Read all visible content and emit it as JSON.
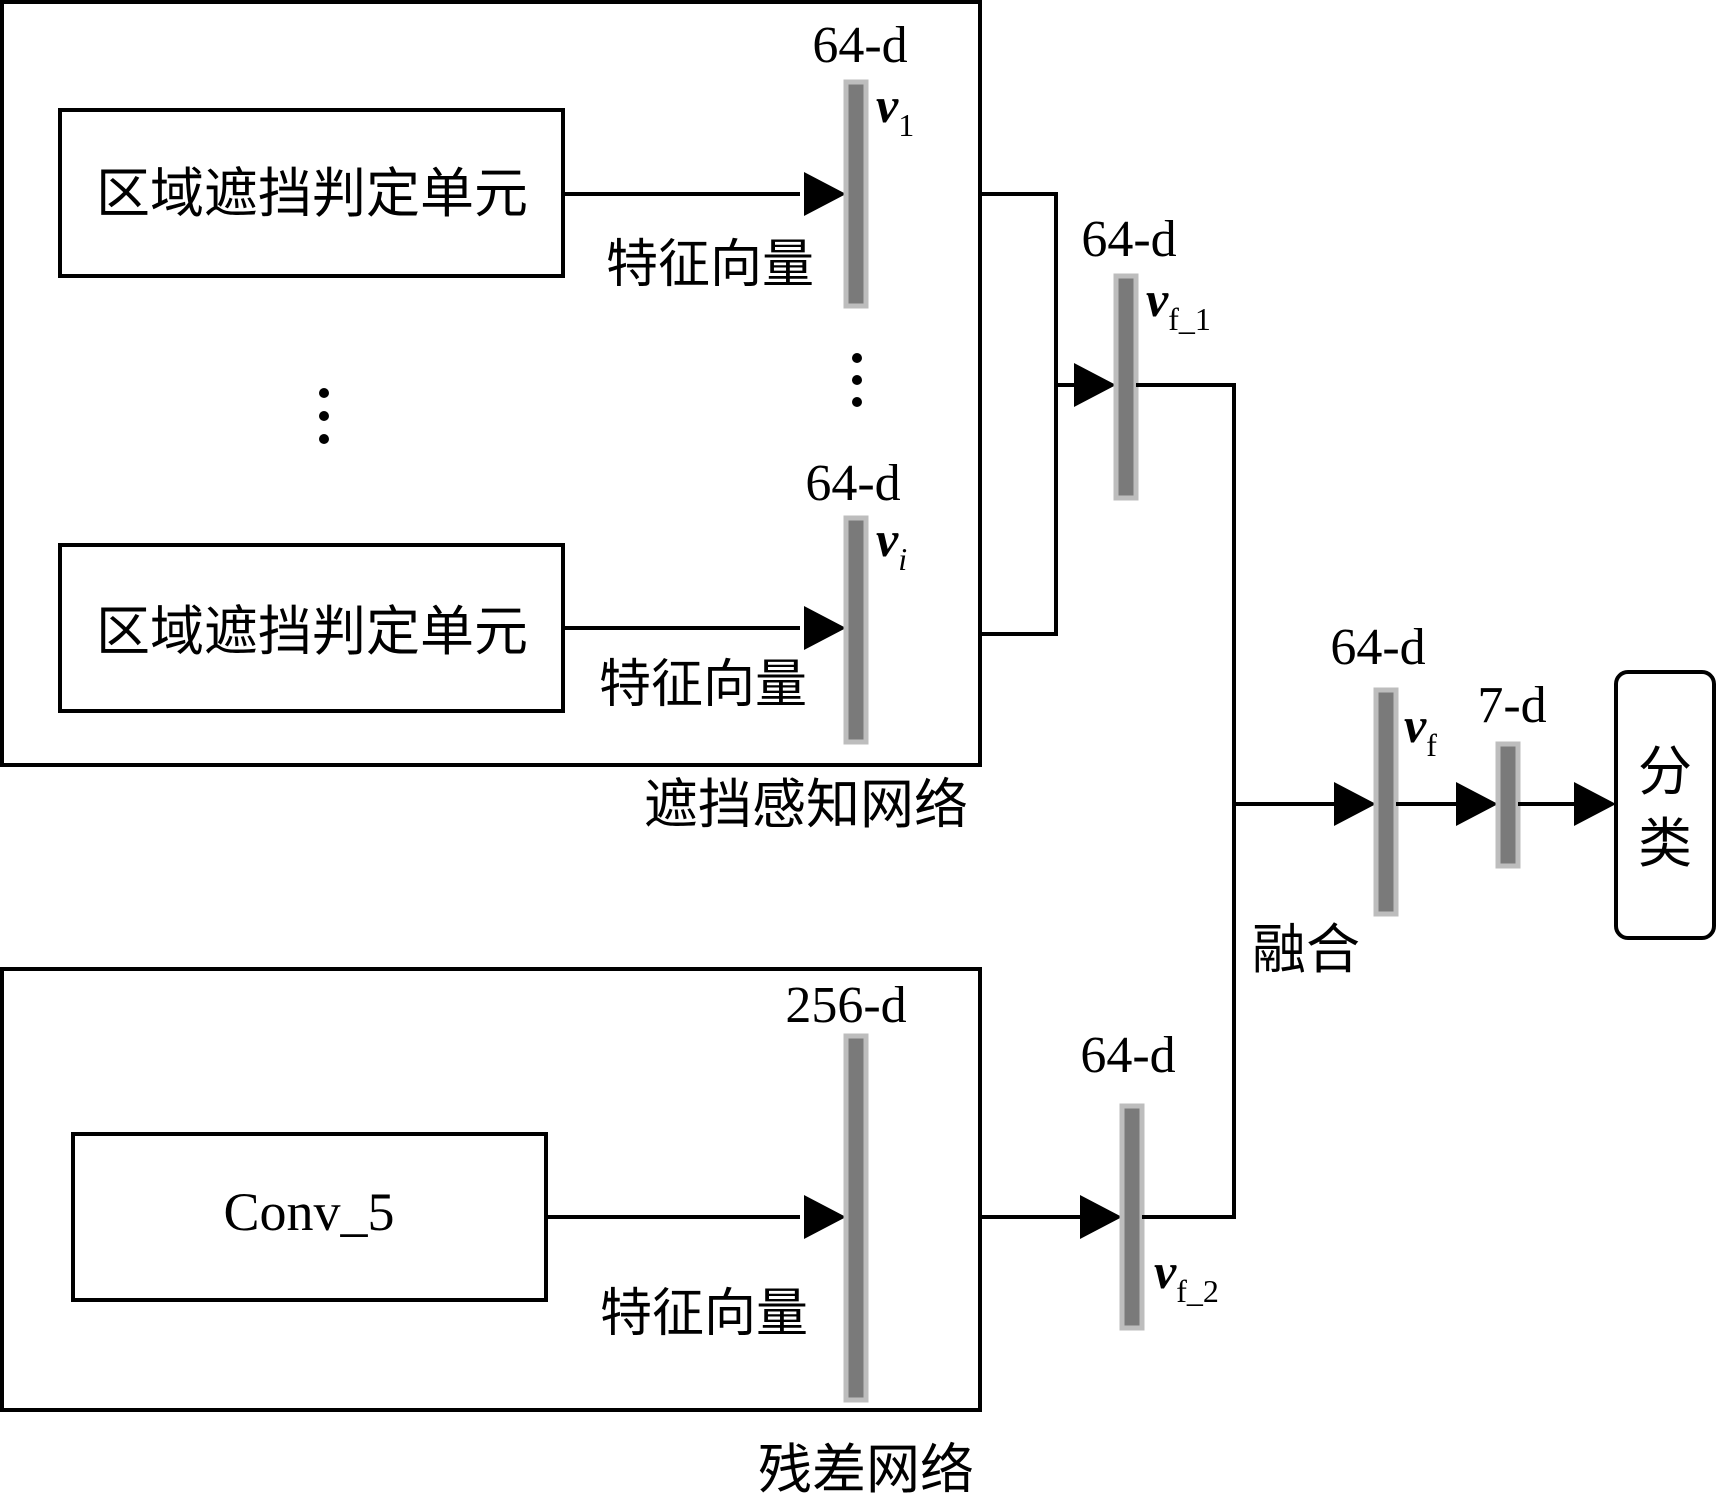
{
  "occlusion_network": {
    "label": "遮挡感知网络",
    "unit_top_label": "区域遮挡判定单元",
    "unit_bottom_label": "区域遮挡判定单元",
    "feature_label_top": "特征向量",
    "feature_label_bottom": "特征向量",
    "vec_top_dim": "64-d",
    "vec_top_name": "v",
    "vec_top_sub": "1",
    "vec_bottom_dim": "64-d",
    "vec_bottom_name": "v",
    "vec_bottom_sub": "i"
  },
  "residual_network": {
    "label": "残差网络",
    "conv_label": "Conv_5",
    "feature_label": "特征向量",
    "vec_dim": "256-d"
  },
  "fusion": {
    "vf1_dim": "64-d",
    "vf1_name": "v",
    "vf1_sub": "f_1",
    "vf2_dim": "64-d",
    "vf2_name": "v",
    "vf2_sub": "f_2",
    "label": "融合",
    "vf_dim": "64-d",
    "vf_name": "v",
    "vf_sub": "f",
    "out_dim": "7-d"
  },
  "classifier": {
    "label_line1": "分",
    "label_line2": "类"
  }
}
